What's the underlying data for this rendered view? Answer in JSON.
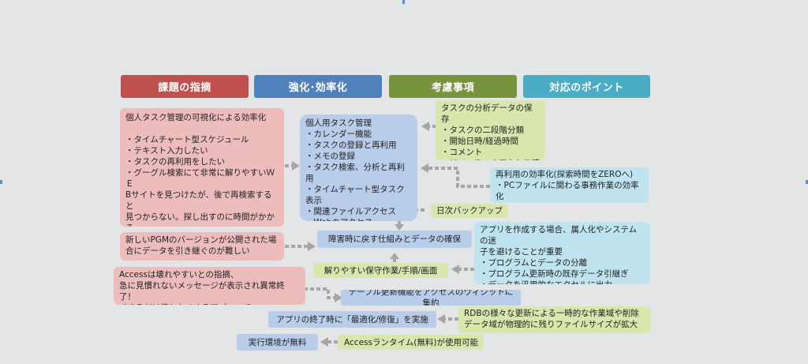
{
  "headers": {
    "issues": "課題の指摘",
    "enhance": "強化･効率化",
    "consider": "考慮事項",
    "points": "対応のポイント"
  },
  "boxes": {
    "issue_personal": "個人タスク管理の可視化による効率化\n\n・タイムチャート型スケジュール\n・テキスト入力したい\n・タスクの再利用をしたい\n・グーグル検索にて非常に解りやすいＷＥ\nBサイトを見つけたが、後で再検索すると\n見つからない。探し出すのに時間がかかる\n・PCファイルのホルダー構成が深くなって\n検索にて時間がかかる",
    "issue_pgm": "新しいPGMのバージョンが公開された場\n合にデータを引き継ぐのが難しい",
    "issue_access": "Accessは壊れやすいとの指摘、\n急に見慣れないメッセージが表示され異常終了！\nできるだけ壊れなくするアプローチ",
    "enh_tasks": "個人用タスク管理\n・カレンダー機能\n・タスクの登録と再利用\n・メモの登録\n・タスク検索、分析と再利用\n・タイムチャート型タスク表示\n・関連ファイルアクセス\n・Webのアクセス\n・メールとのインタフェース",
    "enh_recovery": "障害時に戻す仕組みとデータの確保",
    "enh_table": "テーブル更新機能をアクセスのウィジットに集約",
    "enh_optimize": "アプリの終了時に「最適化/修復」を実施",
    "enh_runtime": "実行環境が無料",
    "cons_analysis": "タスクの分析データの保存\n・タスクの二段階分類\n・開始日時/経過時間\n・コメント\n・リソースへのアクセス情報",
    "cons_backup": "日次バックアップ",
    "cons_maint": "解りやすい保守作業/手順/画面",
    "cons_rdb": "RDBの様々な更新による一時的な作業域や削除\nデータ域が物理的に残りファイルサイズが拡大",
    "cons_runtime": "Accessランタイム(無料)が使用可能",
    "pt_reuse": "再利用の効率化(探索時間をZEROへ)\n・PCファイルに関わる事務作業の効率化\n・Webサイト再探索の効率化",
    "pt_app": "アプリを作成する場合、属人化やシステムの迷\n子を避けることが重要\n・プログラムとデータの分離\n・プログラム更新時の既存データ引継ぎ\n・データを汎用的なエクセルに出力"
  },
  "colors": {
    "issues": "#c0504d",
    "enhance": "#4f81bd",
    "consider": "#77933c",
    "points": "#4bacc6",
    "arrow": "#a6a6a6"
  }
}
